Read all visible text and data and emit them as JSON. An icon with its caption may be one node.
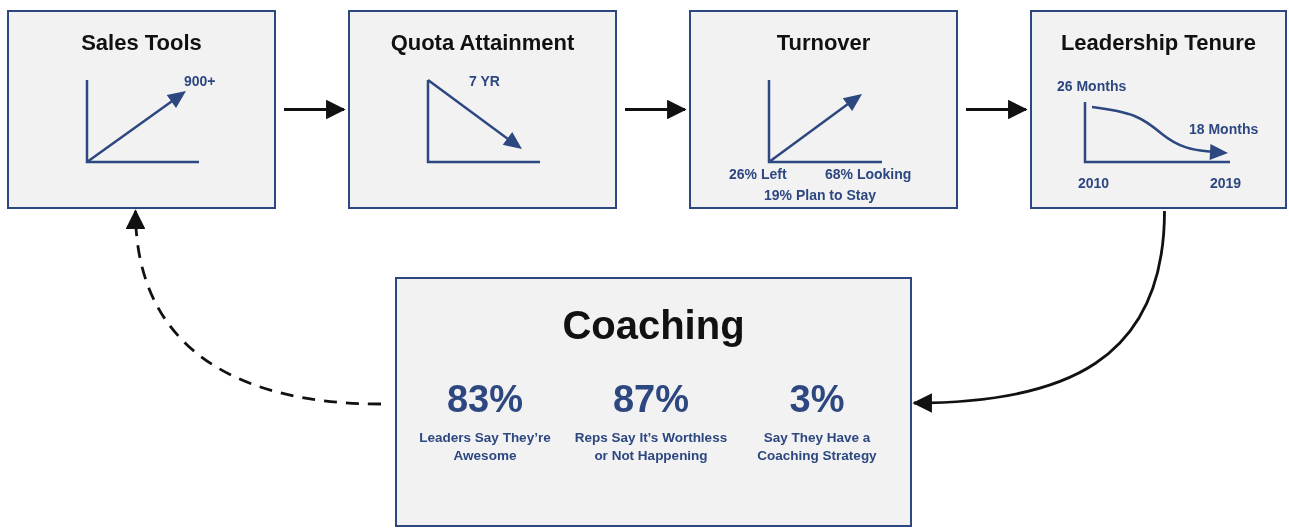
{
  "diagram": {
    "nodes": [
      {
        "text": [
          "Sales Tools",
          "900+"
        ]
      },
      {
        "text": [
          "Quota Attainment",
          "7 YR"
        ]
      },
      {
        "text": [
          "Turnover",
          "26% Left",
          "68% Looking",
          "19% Plan to Stay"
        ]
      },
      {
        "text": [
          "Leadership Tenure",
          "26 Months",
          "18 Months",
          "2010",
          "2019"
        ]
      },
      {
        "text": [
          "Coaching",
          "83%",
          "Leaders Say They’re Awesome",
          "87%",
          "Reps Say It’s Worthless or Not Happening",
          "3%",
          "Say They Have a Coaching Strategy"
        ]
      }
    ],
    "edges": [
      {
        "from": 0,
        "to": 1,
        "arrow": "to"
      },
      {
        "from": 1,
        "to": 2,
        "arrow": "to"
      },
      {
        "from": 2,
        "to": 3,
        "arrow": "to"
      },
      {
        "from": 3,
        "to": 4,
        "arrow": "to"
      },
      {
        "from": 4,
        "to": 0,
        "arrow": "to",
        "style": "dashed"
      }
    ]
  }
}
